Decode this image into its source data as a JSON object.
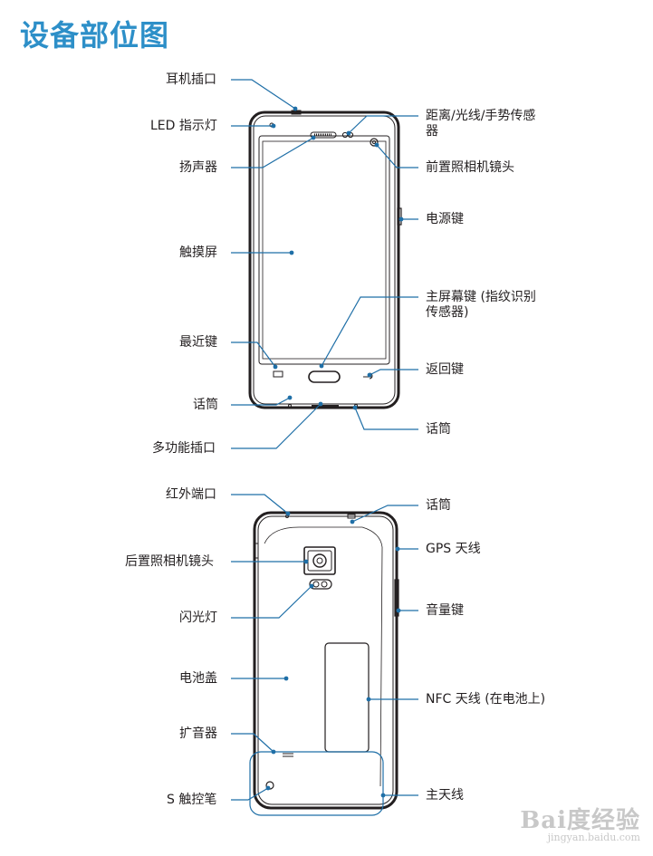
{
  "title": "设备部位图",
  "front": {
    "left_labels": {
      "earphone": "耳机插口",
      "led": "LED 指示灯",
      "speaker": "扬声器",
      "touchscreen": "触摸屏",
      "recent": "最近键",
      "mic": "话筒",
      "multipurpose": "多功能插口"
    },
    "right_labels": {
      "proximity_1": "距离/光线/手势传感",
      "proximity_2": "器",
      "front_camera": "前置照相机镜头",
      "power": "电源键",
      "home_1": "主屏幕键 (指纹识别",
      "home_2": "传感器)",
      "back": "返回键",
      "mic": "话筒"
    }
  },
  "rear": {
    "left_labels": {
      "ir": "红外端口",
      "rear_camera": "后置照相机镜头",
      "flash": "闪光灯",
      "battery_cover": "电池盖",
      "loudspeaker": "扩音器",
      "s_pen": "S 触控笔"
    },
    "right_labels": {
      "mic": "话筒",
      "gps": "GPS 天线",
      "volume": "音量键",
      "nfc": "NFC 天线 (在电池上)",
      "main_antenna": "主天线"
    }
  },
  "watermark": {
    "brand": "Bai度经验",
    "url": "jingyan.baidu.com"
  },
  "colors": {
    "title": "#2d8fc8",
    "leader": "#1f6fa7",
    "outline": "#231f20"
  }
}
